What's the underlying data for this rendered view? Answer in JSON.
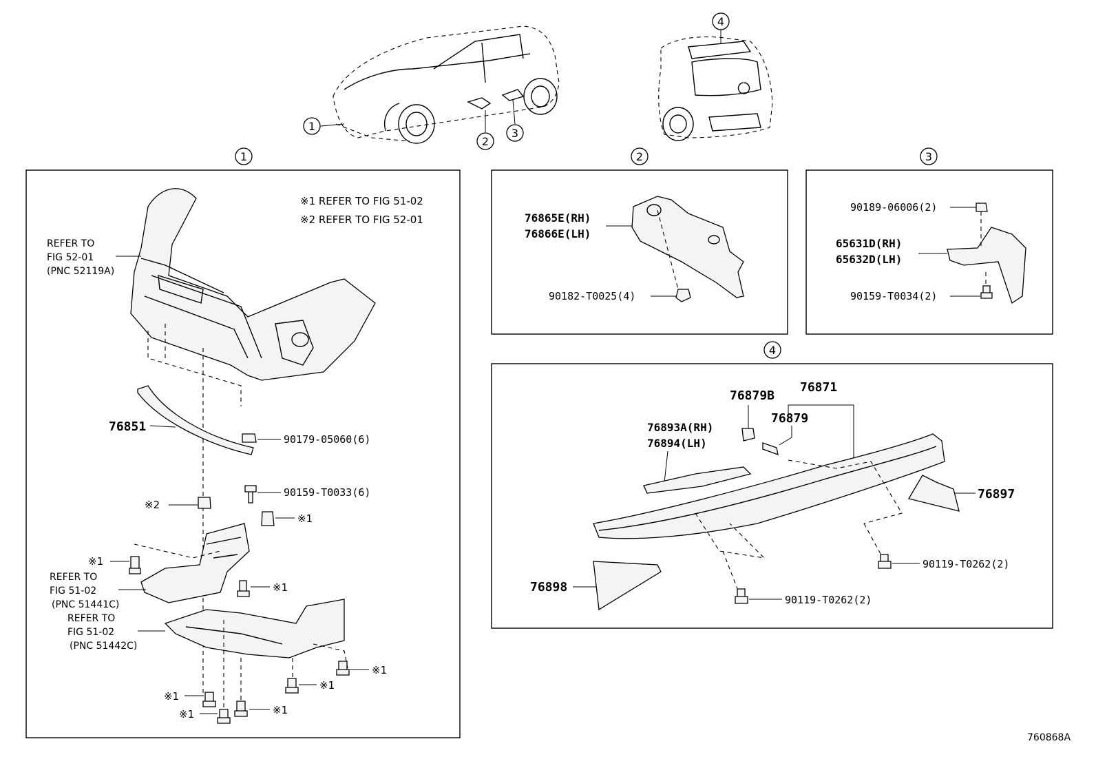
{
  "callouts": {
    "c1": "1",
    "c2": "2",
    "c3": "3",
    "c4": "4"
  },
  "notes": {
    "note1": "※1 REFER TO FIG 51-02",
    "note2": "※2 REFER TO FIG 52-01"
  },
  "panel1": {
    "ref_a": [
      "REFER TO",
      "FIG 52-01",
      "(PNC 52119A)"
    ],
    "ref_b": [
      "REFER TO",
      "FIG 51-02",
      "(PNC 51441C)"
    ],
    "ref_c": [
      "REFER TO",
      "FIG 51-02",
      "(PNC 51442C)"
    ],
    "p76851": "76851",
    "p90179": "90179-05060(6)",
    "p90159": "90159-T0033(6)",
    "mark2": "※2",
    "mark1": "※1"
  },
  "panel2": {
    "rh": "76865E(RH)",
    "lh": "76866E(LH)",
    "clip": "90182-T0025(4)"
  },
  "panel3": {
    "top": "90189-06006(2)",
    "rh": "65631D(RH)",
    "lh": "65632D(LH)",
    "bottom": "90159-T0034(2)"
  },
  "panel4": {
    "p76871": "76871",
    "p76879b": "76879B",
    "p76879": "76879",
    "rh": "76893A(RH)",
    "lh": "76894(LH)",
    "p76897": "76897",
    "p76898": "76898",
    "bolt_a": "90119-T0262(2)",
    "bolt_b": "90119-T0262(2)"
  },
  "figure_id": "760868A"
}
